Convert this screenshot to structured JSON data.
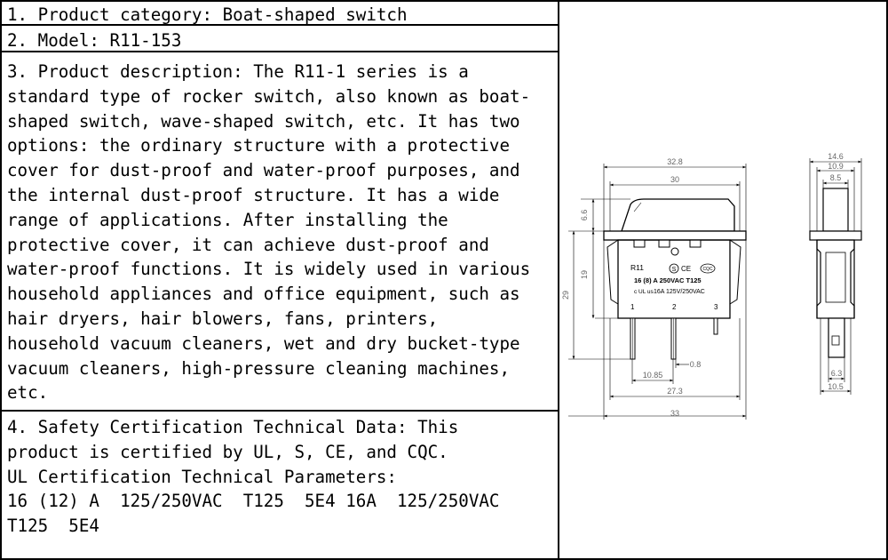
{
  "spec": {
    "category": "1. Product category: Boat-shaped switch",
    "model": "2. Model: R11-153",
    "description_lines": [
      "3. Product description: The R11-1 series is a",
      "standard type of rocker switch, also known as boat-",
      "shaped switch, wave-shaped switch, etc. It has two",
      "options: the ordinary structure with a protective",
      "cover for dust-proof and water-proof purposes, and",
      "the internal dust-proof structure. It has a wide",
      "range of applications. After installing the",
      "protective cover, it can achieve dust-proof and",
      "water-proof functions. It is widely used in various",
      "household appliances and office equipment, such as",
      "hair dryers, hair blowers, fans, printers,",
      "household vacuum cleaners, wet and dry bucket-type",
      "vacuum cleaners, high-pressure cleaning machines,",
      "etc."
    ],
    "safety_lines": [
      "4. Safety Certification Technical Data: This",
      "product is certified by UL, S, CE, and CQC.",
      "UL Certification Technical Parameters:",
      "16 (12) A  125/250VAC  T125  5E4 16A  125/250VAC",
      "T125  5E4"
    ]
  },
  "drawing": {
    "front_dimensions": {
      "overall_width": "32.8",
      "body_width": "30",
      "rocker_height": "6.6",
      "body_height": "19",
      "total_height": "29",
      "pin_pitch": "10.85",
      "pin_thickness": "0.8",
      "pin_span": "27.3",
      "base_width": "33"
    },
    "side_dimensions": {
      "flange_width": "14.6",
      "body_width": "10.9",
      "rocker_width": "8.5",
      "terminal_width": "6.3",
      "base_width": "10.5"
    },
    "markings": {
      "model": "R11",
      "s_mark": "S",
      "ce_mark": "CE",
      "cqc_mark": "CQC",
      "rating_1": "16 (8) A  250VAC  T125",
      "ul_mark": "c UL us",
      "rating_2": "16A  125V/250VAC",
      "pin_1": "1",
      "pin_2": "2",
      "pin_3": "3"
    }
  }
}
